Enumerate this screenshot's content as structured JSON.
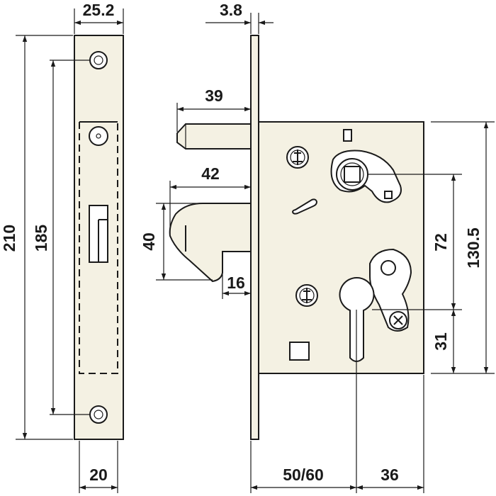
{
  "dimensions": {
    "faceplate_width": "25.2",
    "faceplate_thickness": "3.8",
    "bolt_projection": "39",
    "hook_projection": "42",
    "hook_height": "40",
    "hook_throat": "16",
    "screw_spacing": "185",
    "faceplate_height": "210",
    "handle_to_cylinder": "72",
    "case_height": "130.5",
    "cylinder_to_bottom": "31",
    "forend_width": "20",
    "backset": "50/60",
    "cylinder_to_back": "36"
  },
  "colors": {
    "line": "#1a1a1a",
    "part_fill": "#f4f1e3",
    "background": "#ffffff"
  }
}
